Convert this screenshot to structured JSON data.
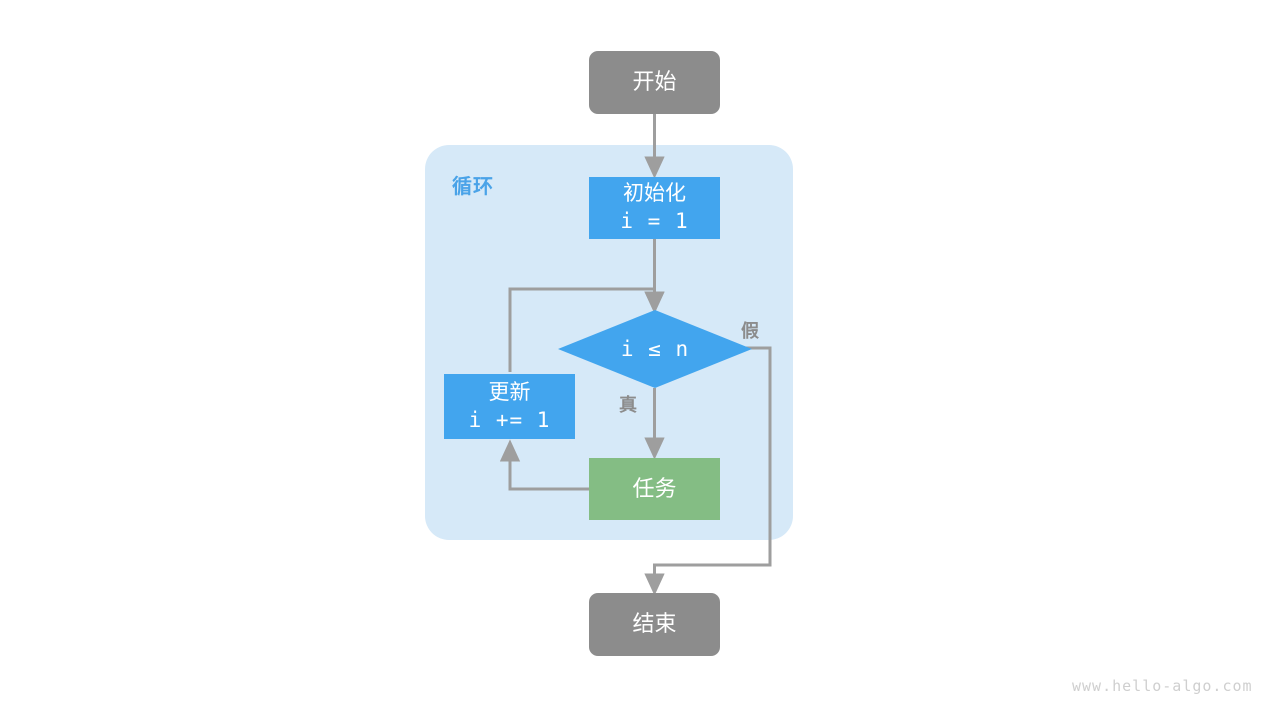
{
  "diagram": {
    "title": "for-loop-flowchart",
    "background": "#ffffff",
    "colors": {
      "terminal": "#8c8c8c",
      "process": "#42a5ee",
      "task": "#84bd84",
      "container": "#d6e9f8",
      "loop_label": "#4aa3e8",
      "edge": "#9e9e9e",
      "edge_label": "#8c8c8c",
      "watermark": "#cfcfcf"
    },
    "nodes": {
      "start": {
        "label": "开始"
      },
      "init": {
        "label_top": "初始化",
        "label_bottom": "i = 1"
      },
      "condition": {
        "label": "i ≤ n"
      },
      "update": {
        "label_top": "更新",
        "label_bottom": "i += 1"
      },
      "task": {
        "label": "任务"
      },
      "end": {
        "label": "结束"
      }
    },
    "container": {
      "label": "循环"
    },
    "edges": {
      "true_label": "真",
      "false_label": "假"
    },
    "watermark": "www.hello-algo.com"
  }
}
